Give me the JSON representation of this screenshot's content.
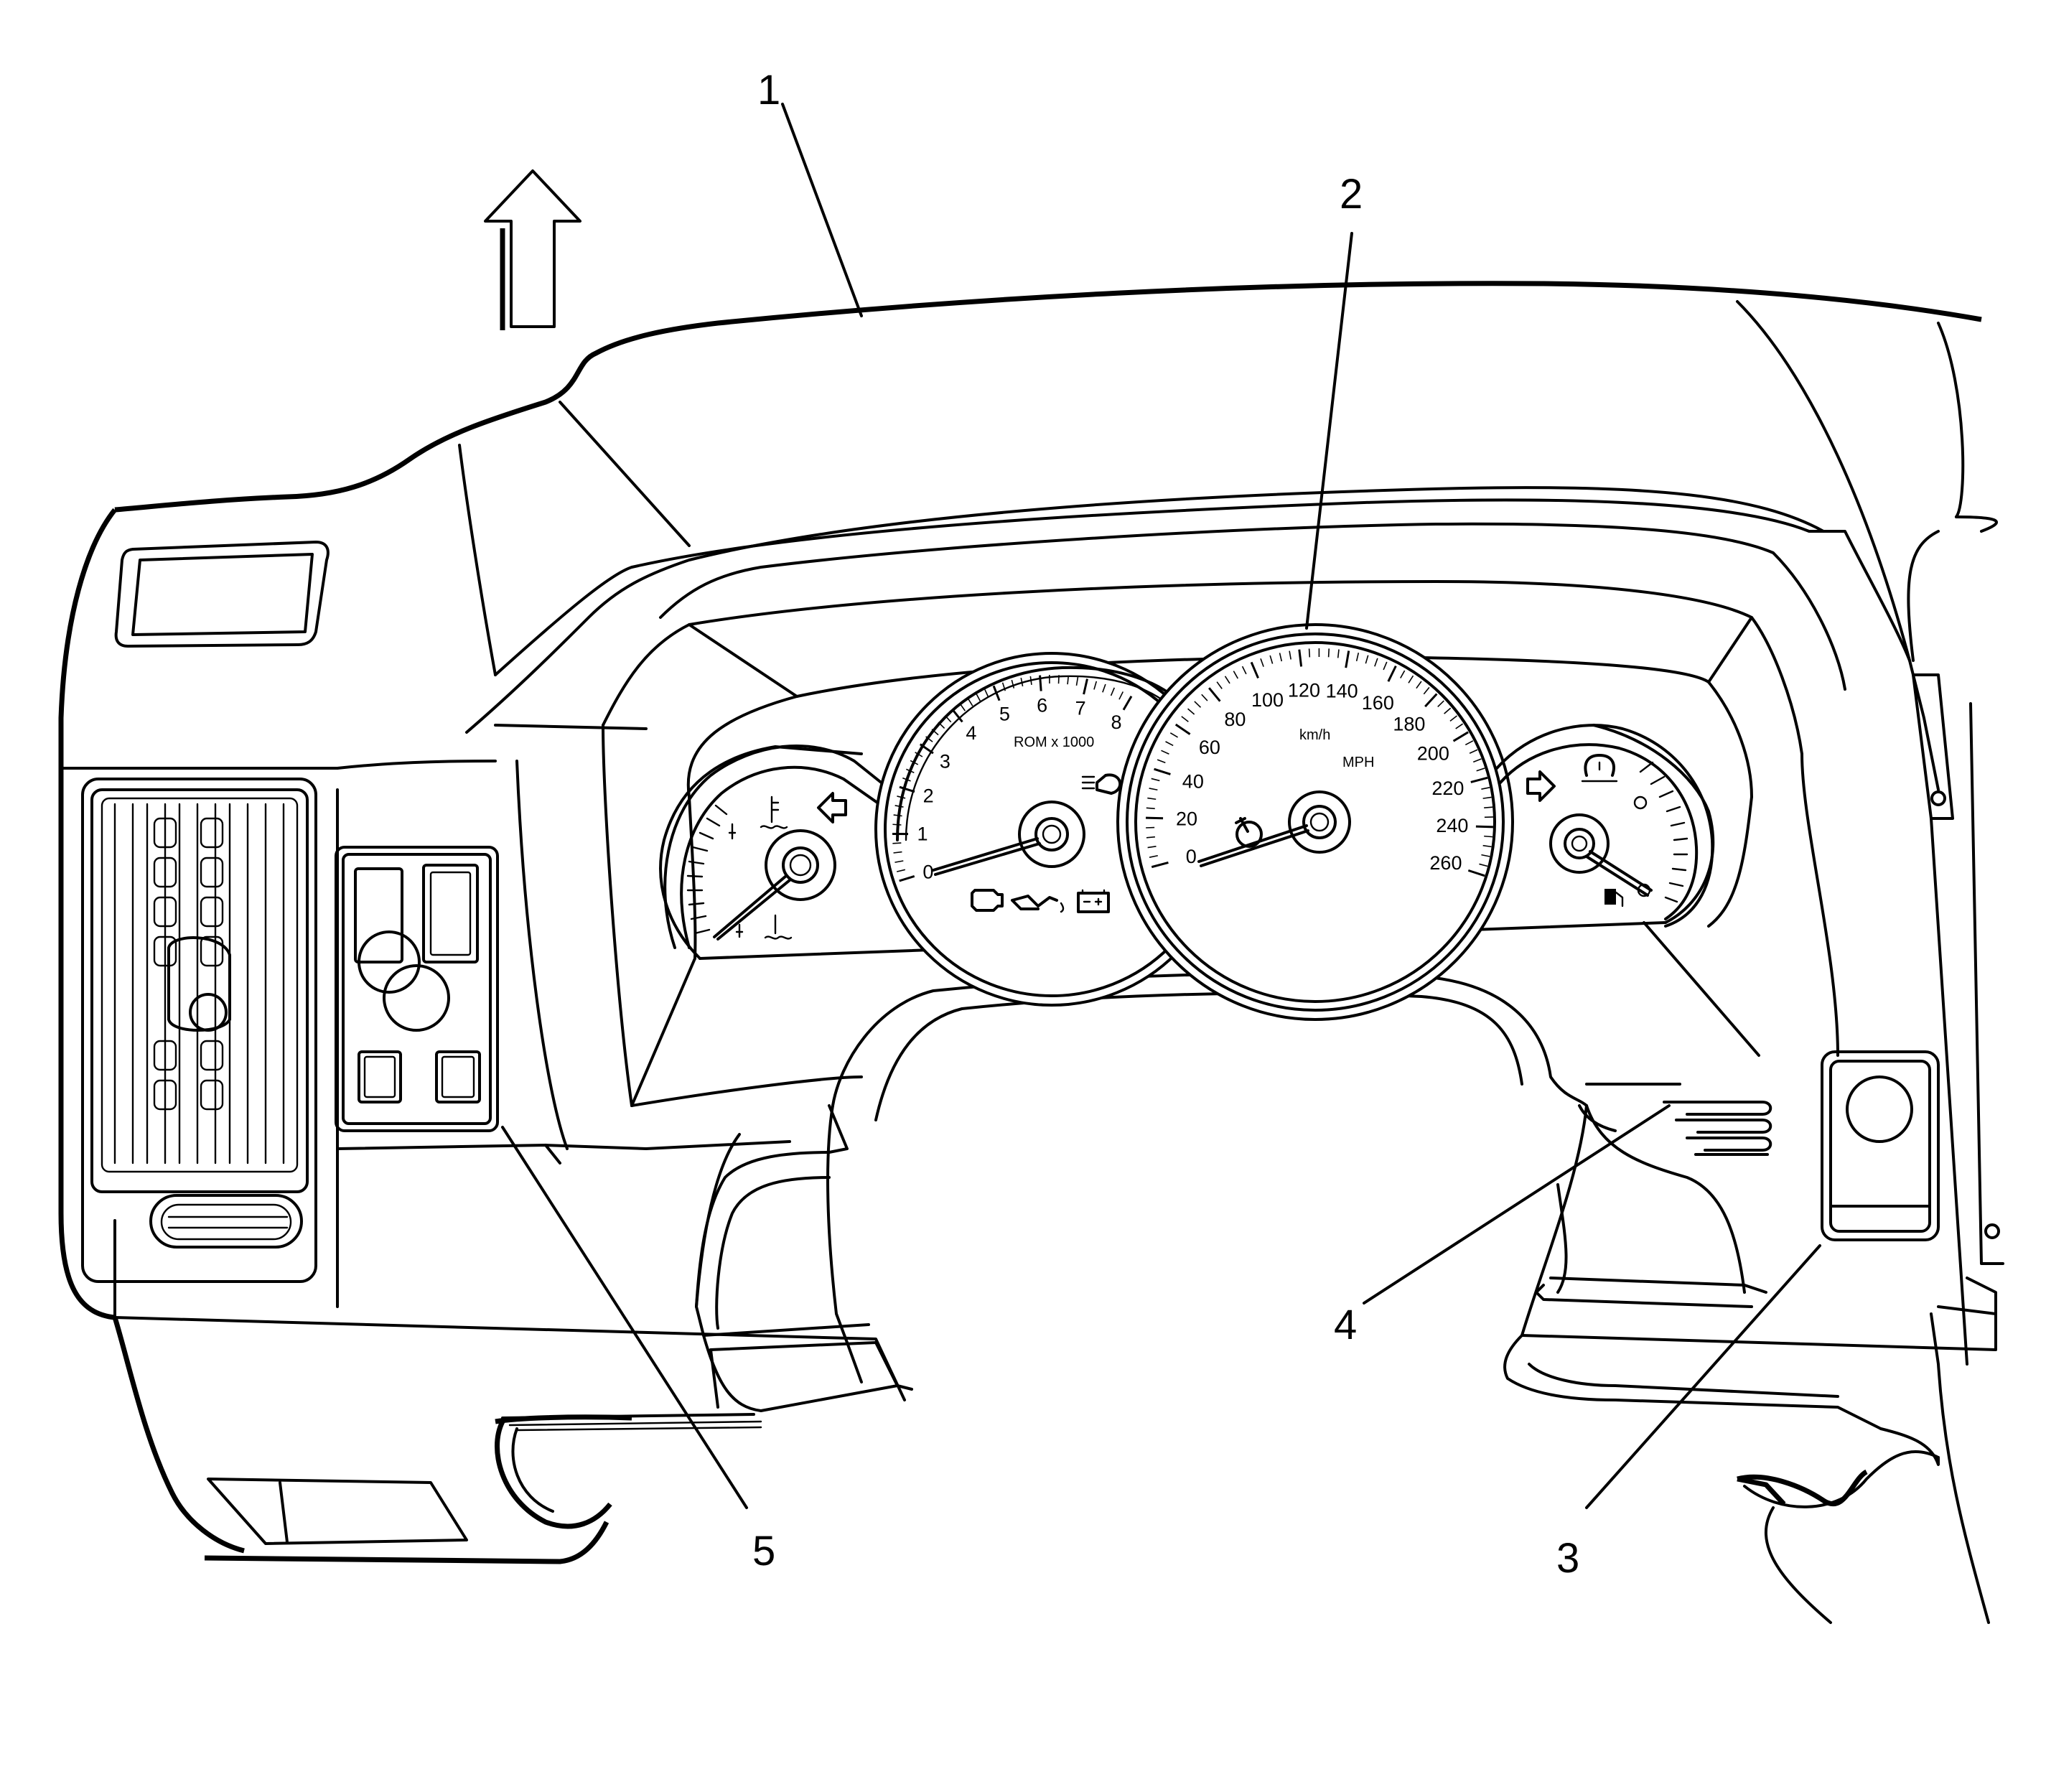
{
  "callouts": [
    {
      "id": "1",
      "label": "1"
    },
    {
      "id": "2",
      "label": "2"
    },
    {
      "id": "3",
      "label": "3"
    },
    {
      "id": "4",
      "label": "4"
    },
    {
      "id": "5",
      "label": "5"
    }
  ],
  "tachometer": {
    "ticks": [
      "0",
      "1",
      "2",
      "3",
      "4",
      "5",
      "6",
      "7",
      "8"
    ],
    "unit_label": "ROM x 1000"
  },
  "speedometer": {
    "ticks": [
      "0",
      "20",
      "40",
      "60",
      "80",
      "100",
      "120",
      "140",
      "160",
      "180",
      "200",
      "220",
      "240",
      "260"
    ],
    "unit_kmh": "km/h",
    "unit_mph": "MPH"
  },
  "icons": {
    "forward_arrow": "up-arrow-icon",
    "coolant": "coolant-temperature-icon",
    "turn_left": "turn-left-icon",
    "turn_right": "turn-right-icon",
    "headlamp": "high-beam-icon",
    "engine": "check-engine-icon",
    "oil": "oil-pressure-icon",
    "battery": "battery-icon",
    "cruise": "cruise-control-icon",
    "tire_pressure": "tire-pressure-icon",
    "fuel": "fuel-pump-icon"
  }
}
